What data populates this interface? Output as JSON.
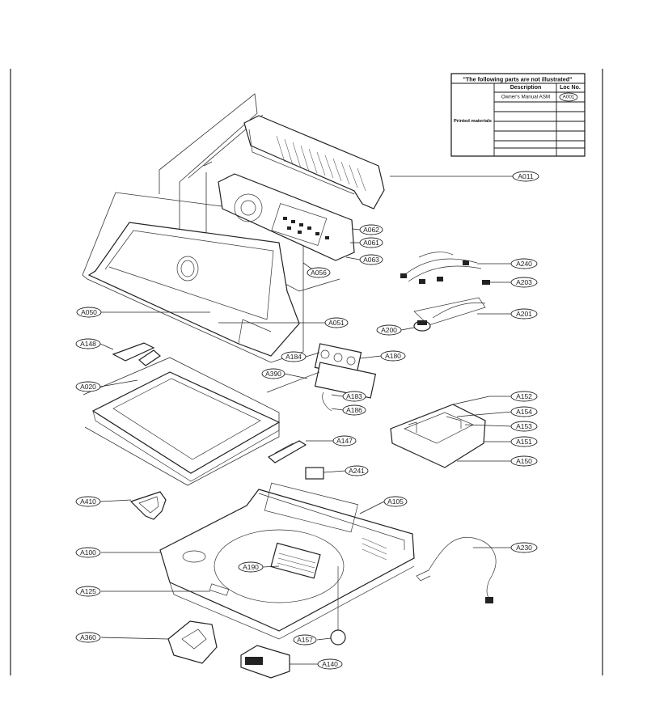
{
  "legend_table": {
    "title": "\"The following parts are not illustrated\"",
    "col_description": "Description",
    "col_loc": "Loc No.",
    "row_group": "Printed materials",
    "rows": [
      {
        "description": "Owner's Manual ASM",
        "loc": "A001"
      }
    ]
  },
  "part_labels": {
    "A011": "A011",
    "A062": "A062",
    "A061": "A061",
    "A063": "A063",
    "A056": "A056",
    "A240": "A240",
    "A203": "A203",
    "A050": "A050",
    "A051": "A051",
    "A201": "A201",
    "A200": "A200",
    "A148": "A148",
    "A184": "A184",
    "A180": "A180",
    "A390": "A390",
    "A020": "A020",
    "A183": "A183",
    "A186": "A186",
    "A152": "A152",
    "A154": "A154",
    "A153": "A153",
    "A151": "A151",
    "A147": "A147",
    "A150": "A150",
    "A241": "A241",
    "A410": "A410",
    "A105": "A105",
    "A230": "A230",
    "A100": "A100",
    "A190": "A190",
    "A125": "A125",
    "A360": "A360",
    "A157": "A157",
    "A140": "A140"
  }
}
